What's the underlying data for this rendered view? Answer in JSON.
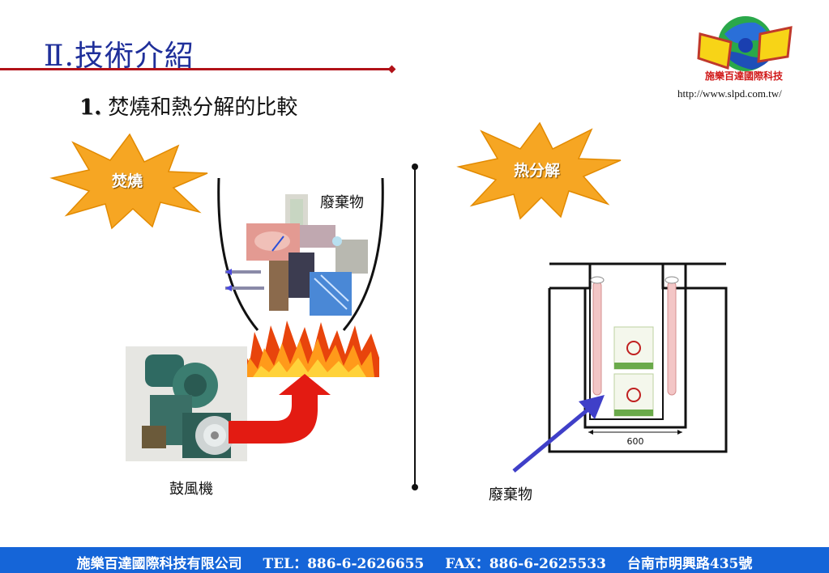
{
  "header": {
    "title": "Ⅱ.技術介紹",
    "subtitle_number": "1.",
    "subtitle_text": "焚燒和熱分解的比較",
    "url": "http://www.slpd.com.tw/",
    "logo_text": "施樂百達國際科技"
  },
  "left": {
    "badge": "焚燒",
    "waste_label": "廢棄物",
    "blower_label": "鼓風機"
  },
  "right": {
    "badge": "热分解",
    "dimension": "600",
    "waste_label": "廢棄物"
  },
  "footer": {
    "company": "施樂百達國際科技有限公司",
    "tel": "TEL：886-6-2626655",
    "fax": "FAX：886-6-2625533",
    "address": "台南市明興路435號"
  },
  "colors": {
    "title": "#1f2f9a",
    "rule": "#b11218",
    "star": "#f6a623",
    "arrow_red": "#e31b12",
    "arrow_blue": "#3f3fc8",
    "footer": "#1565d8"
  }
}
